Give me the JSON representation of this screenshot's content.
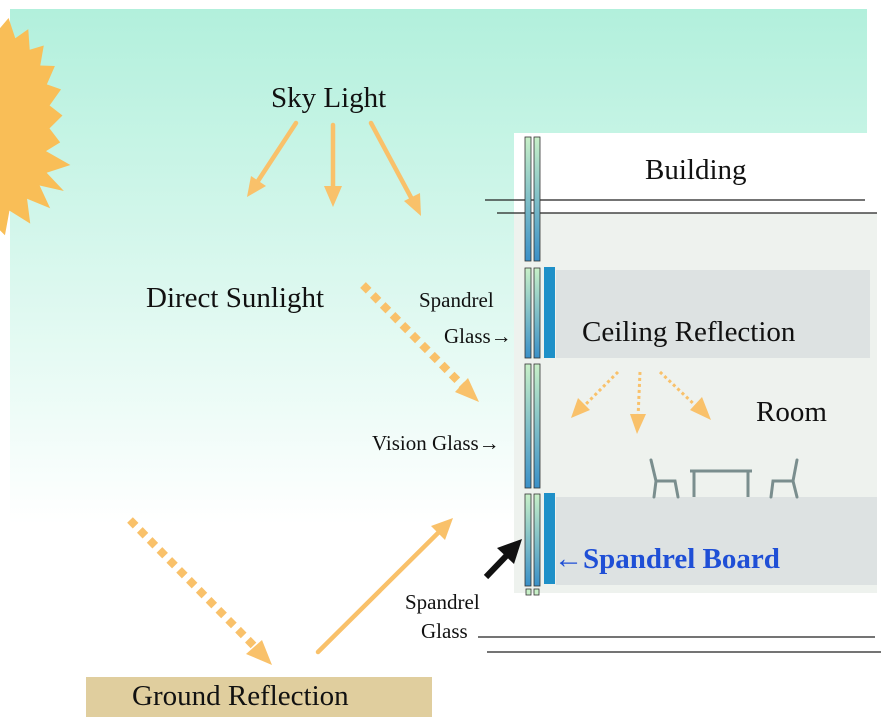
{
  "labels": {
    "sky_light": "Sky Light",
    "direct_sunlight": "Direct Sunlight",
    "building": "Building",
    "spandrel_glass_upper_1": "Spandrel",
    "spandrel_glass_upper_2": "Glass→",
    "ceiling_reflection": "Ceiling Reflection",
    "room": "Room",
    "vision_glass": "Vision Glass→",
    "spandrel_board": "←Spandrel Board",
    "spandrel_glass_lower_1": "Spandrel",
    "spandrel_glass_lower_2": "Glass",
    "ground_reflection": "Ground Reflection"
  },
  "colors": {
    "sky_gradient_top": "#b2f0dc",
    "sky_gradient_bottom": "#ffffff",
    "sun": "#f9be57",
    "arrow": "#f9c16a",
    "room_bg": "#eef2ee",
    "ceiling_band": "#dde2e2",
    "spandrel_board": "#1e90c8",
    "glass_top": "#c8f0c8",
    "glass_bottom": "#3a90c8",
    "label_blue": "#1f4fd6",
    "ground_box": "#e0ce9e"
  }
}
